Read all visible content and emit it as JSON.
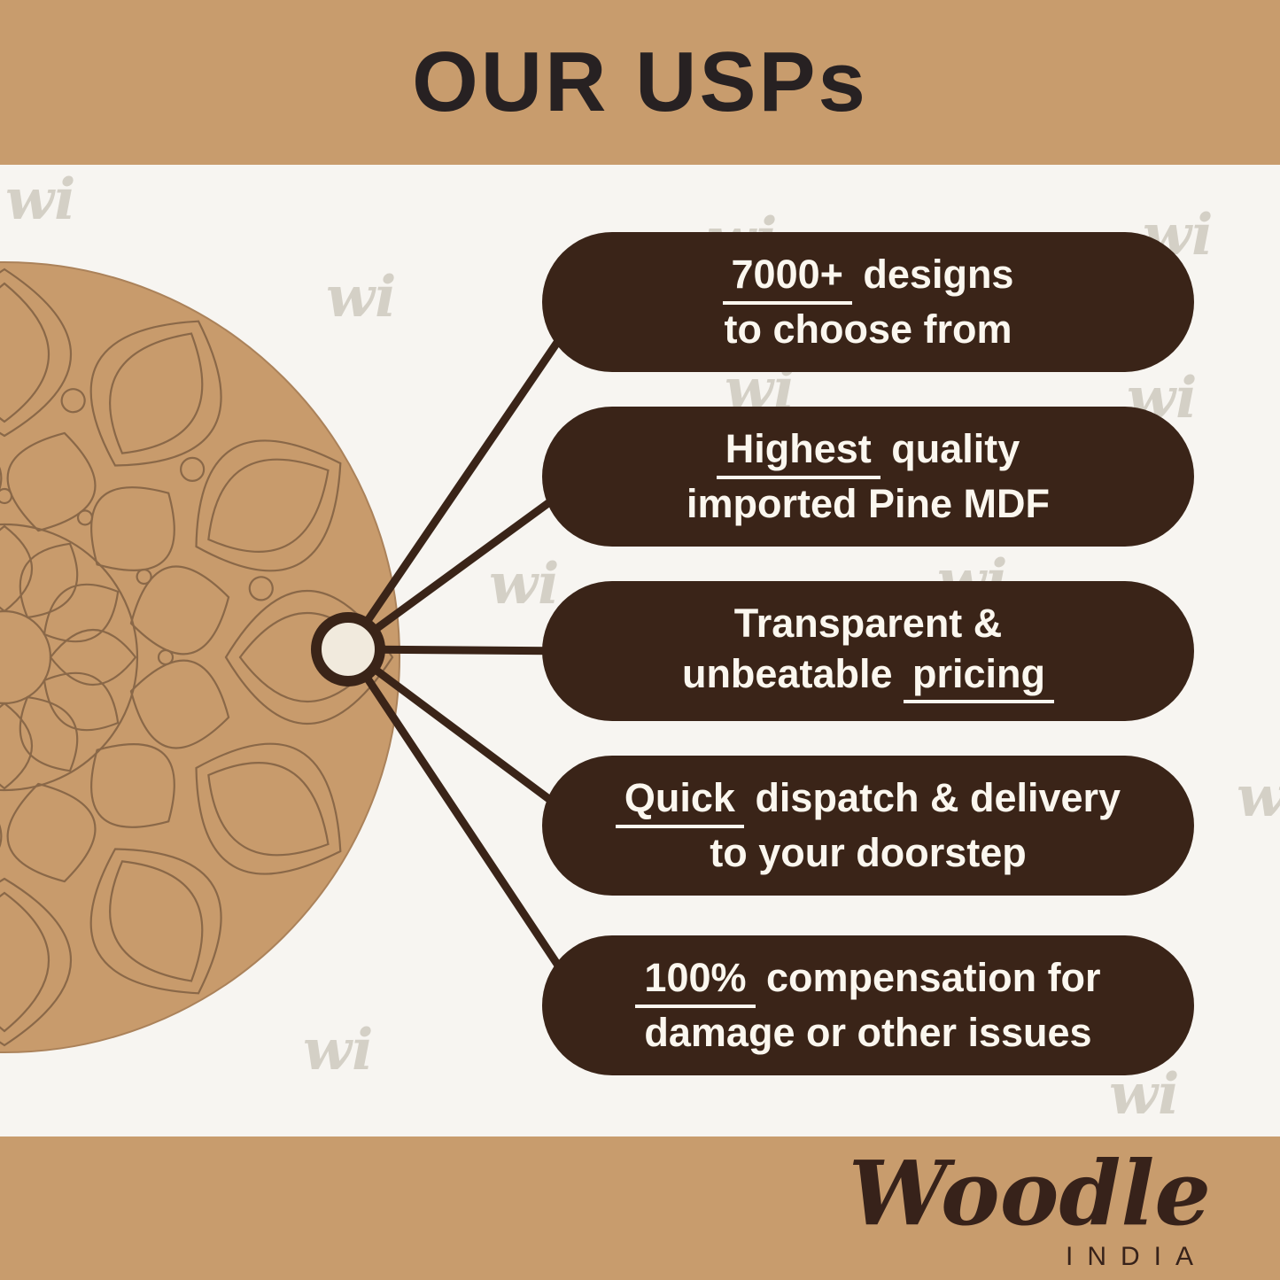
{
  "header": {
    "title": "OUR USPs"
  },
  "watermark": {
    "text": "wi"
  },
  "usps": [
    {
      "l1_u": "7000+",
      "l1_rest": " designs",
      "l2": "to choose from"
    },
    {
      "l1_u": "Highest",
      "l1_rest": " quality",
      "l2": "imported Pine MDF"
    },
    {
      "l1": "Transparent &",
      "l2_pre": "unbeatable ",
      "l2_u": "pricing"
    },
    {
      "l1_u": "Quick",
      "l1_rest": " dispatch & delivery",
      "l2": "to your doorstep"
    },
    {
      "l1_u": "100%",
      "l1_rest": " compensation for",
      "l2": "damage or other issues"
    }
  ],
  "footer": {
    "brand": "Woodle",
    "country": "INDIA"
  },
  "colors": {
    "band": "#c89c6d",
    "pill": "#3a2418",
    "pill_text": "#fbf7ef",
    "board": "#c89b6c",
    "line_art": "#8a6848",
    "background": "#f7f5f1",
    "title_text": "#272122"
  }
}
